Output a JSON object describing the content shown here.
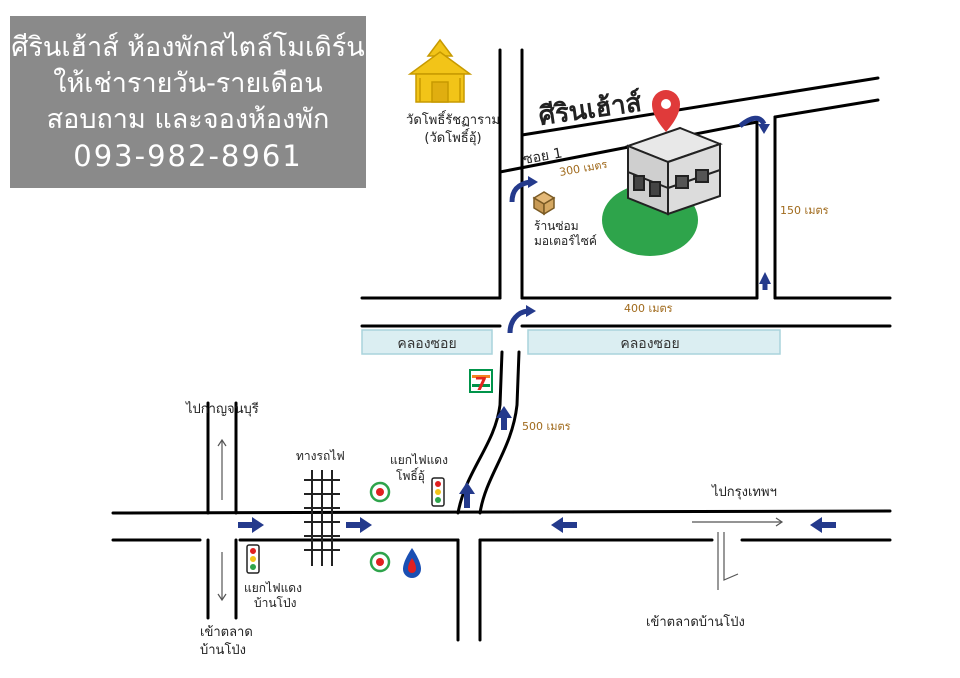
{
  "info_box": {
    "line1": "ศีรินเฮ้าส์ ห้องพักสไตล์โมเดิร์น",
    "line2": "ให้เช่ารายวัน-รายเดือน",
    "line3": "สอบถาม และจองห้องพัก",
    "phone": "093-982-8961"
  },
  "labels": {
    "temple_line1": "วัดโพธิ์รัชฏาราม",
    "temple_line2": "(วัดโพธิ์อุ้)",
    "soi1": "ซอย 1",
    "hotel_name": "ศีรินเฮ้าส์",
    "shop_line1": "ร้านซ่อม",
    "shop_line2": "มอเตอร์ไซค์",
    "canal_left": "คลองซอย",
    "canal_right": "คลองซอย",
    "to_kanchanaburi": "ไปกาญจนบุรี",
    "railway": "ทางรถไฟ",
    "light_pho_line1": "แยกไฟแดง",
    "light_pho_line2": "โพธิ์อุ้",
    "to_bangkok": "ไปกรุงเทพฯ",
    "light_ban_line1": "แยกไฟแดง",
    "light_ban_line2": "บ้านโป่ง",
    "market_left_line1": "เข้าตลาด",
    "market_left_line2": "บ้านโป่ง",
    "market_right": "เข้าตลาดบ้านโป่ง",
    "seven_eleven": "7"
  },
  "distances": {
    "d300": "300 เมตร",
    "d150": "150 เมตร",
    "d400": "400 เมตร",
    "d500": "500 เมตร"
  },
  "colors": {
    "road": "#000000",
    "canal_fill": "#dbeef2",
    "canal_border": "#a9d3dc",
    "route_arrow": "#243a8c",
    "info_box": "#8a8a8a",
    "grass": "#2ea44b",
    "pin": "#e03a3a",
    "temple": "#f2c418",
    "distance_text": "#a06a1c",
    "seven_eleven_green": "#00944a",
    "seven_eleven_orange": "#f58220",
    "seven_eleven_red": "#e3261f",
    "ptt_blue": "#1a4fb3",
    "ptt_red": "#e02020"
  },
  "icons": {
    "temple": "temple-icon",
    "pin": "location-pin-icon",
    "building": "building-icon",
    "shop": "shop-box-icon",
    "seven_eleven": "seven-eleven-logo-icon",
    "pt_station": "pt-gas-station-icon",
    "ptt_station": "ptt-gas-station-icon",
    "traffic_light": "traffic-light-icon",
    "arrow": "route-arrow-icon",
    "railway": "railway-track-icon"
  }
}
